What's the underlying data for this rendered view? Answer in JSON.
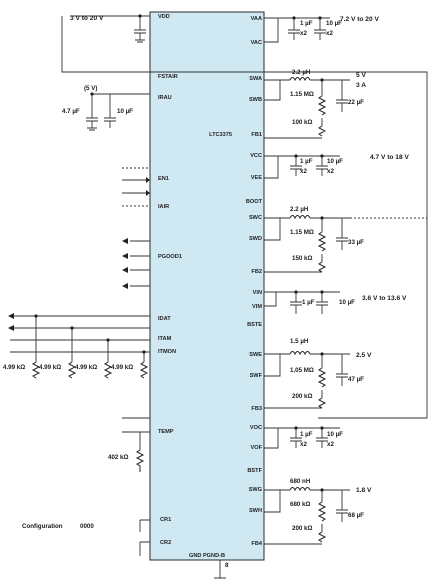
{
  "chip": {
    "part": "LTC3375",
    "footer": "GND PGND-B",
    "pins_left": [
      "VDD",
      "FSTAIR",
      "IRAU",
      "EN1",
      "IAIR",
      "PGOOD1",
      "IDAT",
      "ITAM",
      "ITMON",
      "TEMP",
      "CR1",
      "CR2"
    ],
    "pins_right": [
      "VAA",
      "VAC",
      "SWA",
      "SWB",
      "FB1",
      "VCC",
      "VEE",
      "BOOT",
      "SWC",
      "SWD",
      "FB2",
      "VIN",
      "VIM",
      "BSTE",
      "SWE",
      "SWF",
      "FB3",
      "VOC",
      "VOF",
      "BSTF",
      "SWG",
      "SWH",
      "FB4"
    ]
  },
  "labels": {
    "input": "3 V to 20 V",
    "aux_voltage": "(5 V)",
    "cap_47": "4.7 µF",
    "cap_10a": "10 µF",
    "configuration": "Configuration",
    "config_value": "0000",
    "res_402": "402 kΩ",
    "ground_pin": "8"
  },
  "outputs": [
    {
      "voltage": "7.2 V to 20 V",
      "cap1": "1 µF",
      "cap1x": "x2",
      "cap2": "10 µF",
      "cap2x": "x2"
    },
    {
      "voltage": "5 V",
      "current": "3 A",
      "inductor": "2.2 µH",
      "r1": "1.15 MΩ",
      "r2": "100 kΩ",
      "cout": "22 µF"
    },
    {
      "voltage": "4.7 V to 18 V",
      "cap1": "1 µF",
      "cap1x": "x2",
      "cap2": "10 µF",
      "cap2x": "x2"
    },
    {
      "inductor": "2.2 µH",
      "r1": "1.15 MΩ",
      "r2": "150 kΩ",
      "cout": "33 µF"
    },
    {
      "voltage": "3.6 V to 13.6 V",
      "cap1": "1 µF",
      "cap2": "10 µF"
    },
    {
      "voltage": "2.5 V",
      "inductor": "1.5 µH",
      "r1": "1.05 MΩ",
      "r2": "200 kΩ",
      "cout": "47 µF"
    },
    {
      "cap1": "1 µF",
      "cap1x": "x2",
      "cap2": "10 µF",
      "cap2x": "x2"
    },
    {
      "voltage": "1.8 V",
      "inductor": "680 nH",
      "r1": "680 kΩ",
      "r2": "200 kΩ",
      "cout": "68 µF"
    }
  ],
  "bottom_resistors": [
    "4.99 kΩ",
    "4.99 kΩ",
    "4.99 kΩ",
    "4.99 kΩ"
  ]
}
